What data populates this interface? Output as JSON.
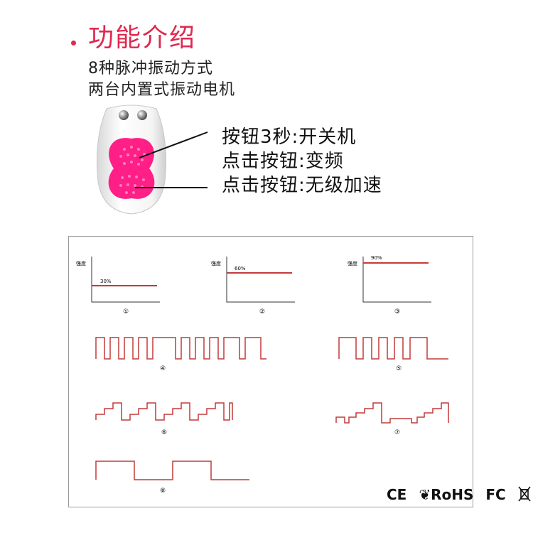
{
  "intro": {
    "title": "功能介绍",
    "line1": "8种脉冲振动方式",
    "line2": "两台内置式振动电机"
  },
  "callouts": [
    "按钮3秒:开关机",
    "点击按钮:变频",
    "点击按钮:无级加速"
  ],
  "plots": {
    "y_label": "强度",
    "p1_pct": "30%",
    "p2_pct": "60%",
    "p3_pct": "90%",
    "n1": "①",
    "n2": "②",
    "n3": "③",
    "n4": "④",
    "n5": "⑤",
    "n6": "⑥",
    "n7": "⑦",
    "n8": "⑧"
  },
  "certifications": {
    "ce": "CE",
    "rohs": "RoHS",
    "fc": "FC",
    "weee_icon": "crossed-bin-icon"
  },
  "colors": {
    "accent": "#e0284f",
    "button": "#ff1f86",
    "waveform": "#c43a3a"
  }
}
